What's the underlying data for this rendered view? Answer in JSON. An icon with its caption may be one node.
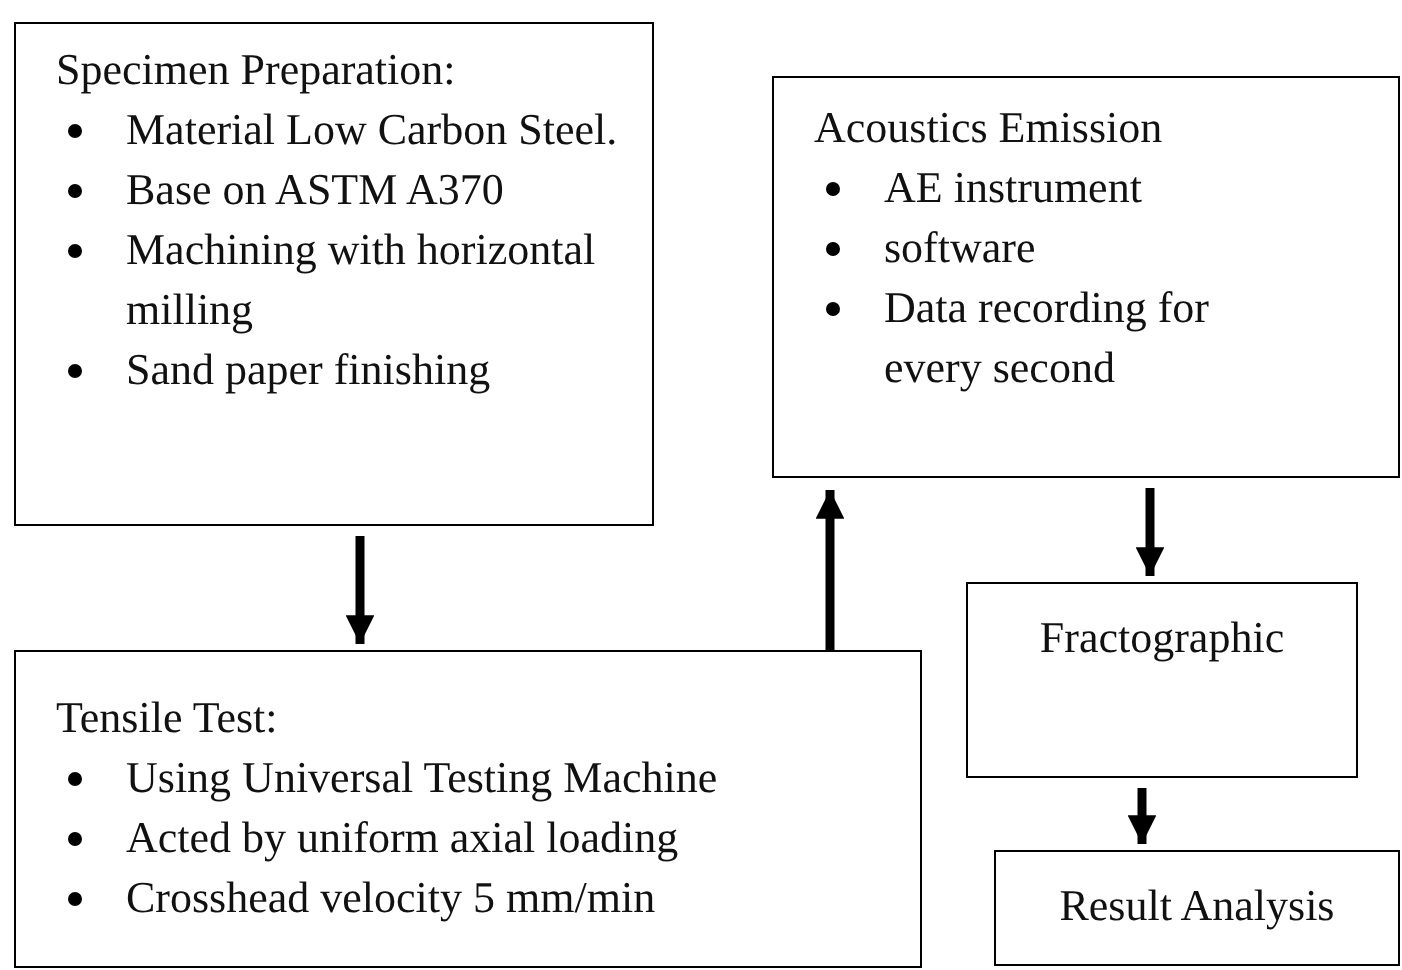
{
  "diagram": {
    "nodes": [
      {
        "text": [
          "Specimen Preparation:",
          "Material Low Carbon Steel.",
          "Base on ASTM A370",
          "Machining with horizontal milling",
          "Sand paper finishing"
        ]
      },
      {
        "text": [
          "Tensile Test:",
          "Using Universal Testing Machine",
          "Acted by uniform axial loading",
          "Crosshead velocity 5 mm/min"
        ]
      },
      {
        "text": [
          "Acoustics Emission",
          "AE instrument",
          "software",
          "Data recording for every second"
        ]
      },
      {
        "text": [
          "Fractographic"
        ]
      },
      {
        "text": [
          "Result Analysis"
        ]
      }
    ],
    "edges": [
      {
        "from": 0,
        "to": 1,
        "arrow": "to"
      },
      {
        "from": 1,
        "to": 2,
        "arrow": "to"
      },
      {
        "from": 2,
        "to": 3,
        "arrow": "to"
      },
      {
        "from": 3,
        "to": 4,
        "arrow": "to"
      }
    ]
  }
}
